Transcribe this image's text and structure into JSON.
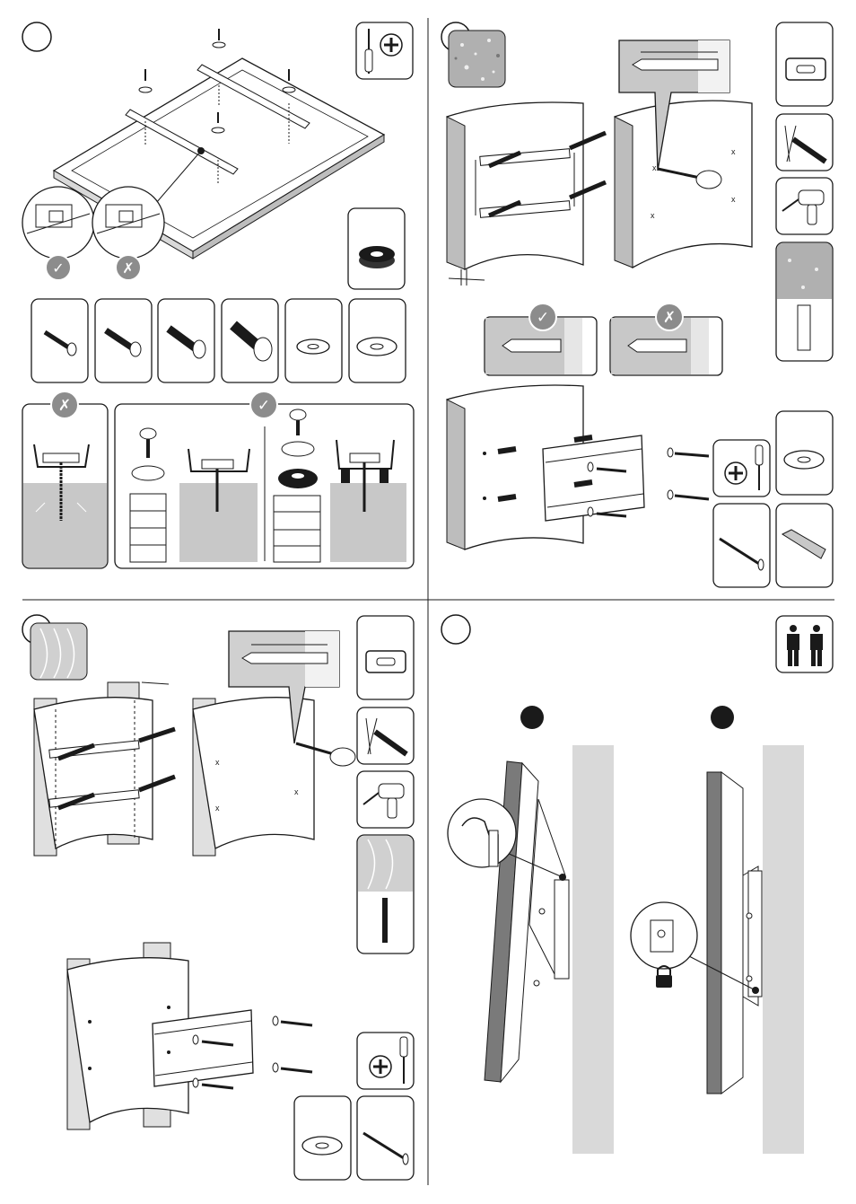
{
  "page": {
    "title": ""
  },
  "steps": [
    {
      "label": "",
      "section": "tv-bracket-assembly"
    },
    {
      "label": "",
      "section": "concrete-wall-mounting"
    },
    {
      "label": "",
      "section": "wood-stud-mounting"
    },
    {
      "label": "",
      "section": "hanging-tv"
    }
  ],
  "marks": {
    "correct": "✓",
    "wrong": "✗"
  },
  "sub_steps": [
    {
      "label": ""
    },
    {
      "label": ""
    }
  ],
  "colors": {
    "line": "#1a1a1a",
    "wall_grey": "#c8c8c8",
    "dark_grey": "#7a7a7a",
    "panel_fill": "#e6e6e6",
    "mark_fill": "#8c8c8c"
  },
  "icons": [
    "screwdriver-phillips-icon",
    "spacer-washer-icon",
    "bolt-small-icon",
    "bolt-medium-icon",
    "bolt-large-icon",
    "bolt-xlarge-icon",
    "washer-small-icon",
    "washer-large-icon",
    "concrete-texture-icon",
    "level-icon",
    "pencil-mark-icon",
    "drill-icon",
    "masonry-bit-icon",
    "wall-plug-icon",
    "nail-icon",
    "two-persons-icon",
    "wood-texture-icon",
    "wood-bit-icon",
    "padlock-icon"
  ]
}
